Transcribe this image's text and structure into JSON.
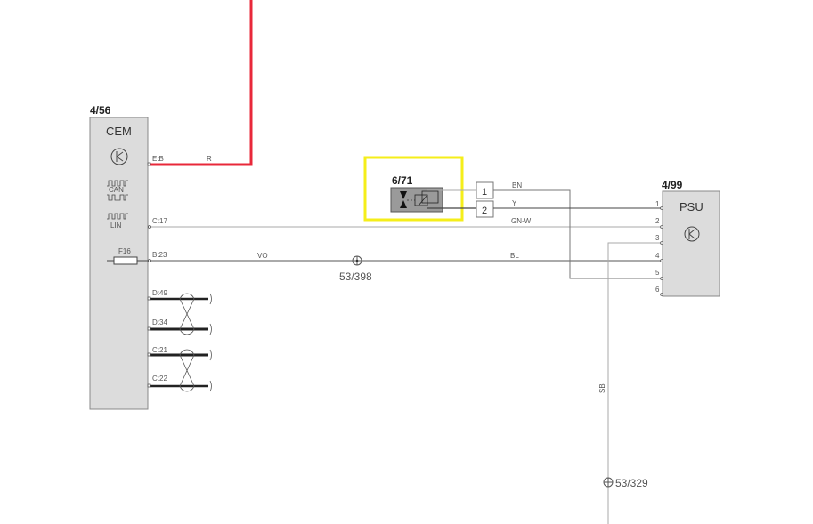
{
  "diagram": {
    "colors": {
      "power_wire": "#e8283a",
      "highlight": "#f5ee1a",
      "component_fill": "#dcdcdc",
      "wire": "#555555"
    },
    "components": {
      "cem": {
        "id": "4/56",
        "name": "CEM",
        "icons": [
          "transistor-icon",
          "can-signal-icon",
          "lin-signal-icon",
          "fuse-icon"
        ],
        "can_label": "CAN",
        "lin_label": "LIN",
        "fuse_label": "F16",
        "pins": [
          "E:B",
          "C:17",
          "B:23",
          "D:49",
          "D:34",
          "C:21",
          "C:22"
        ]
      },
      "sensor": {
        "id": "6/71",
        "connector_pins": [
          "1",
          "2"
        ],
        "highlighted": true
      },
      "psu": {
        "id": "4/99",
        "name": "PSU",
        "pins": [
          "1",
          "2",
          "3",
          "4",
          "5",
          "6"
        ]
      }
    },
    "wires": {
      "eb": {
        "color_code": "R"
      },
      "pin1": {
        "color_code": "BN"
      },
      "pin2": {
        "color_code": "Y"
      },
      "c17": {
        "color_code": "GN-W"
      },
      "b23_left": {
        "color_code": "VO"
      },
      "b23_right": {
        "color_code": "BL"
      },
      "ground": {
        "color_code": "SB"
      }
    },
    "grounds": {
      "g1": "53/398",
      "g2": "53/329"
    }
  }
}
